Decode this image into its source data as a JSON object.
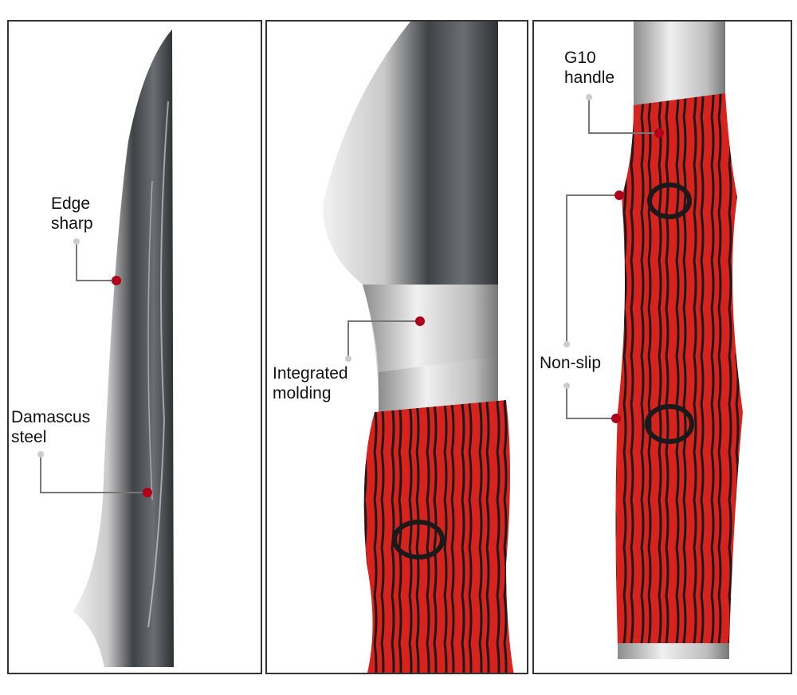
{
  "labels": {
    "edge_sharp": "Edge\nsharp",
    "damascus_steel": "Damascus\nsteel",
    "integrated_molding": "Integrated\nmolding",
    "g10_handle": "G10\nhandle",
    "non_slip": "Non-slip"
  },
  "colors": {
    "marker": "#b0001a",
    "leader": "#777777",
    "handle_red": "#d8221e",
    "frame": "#333333"
  }
}
